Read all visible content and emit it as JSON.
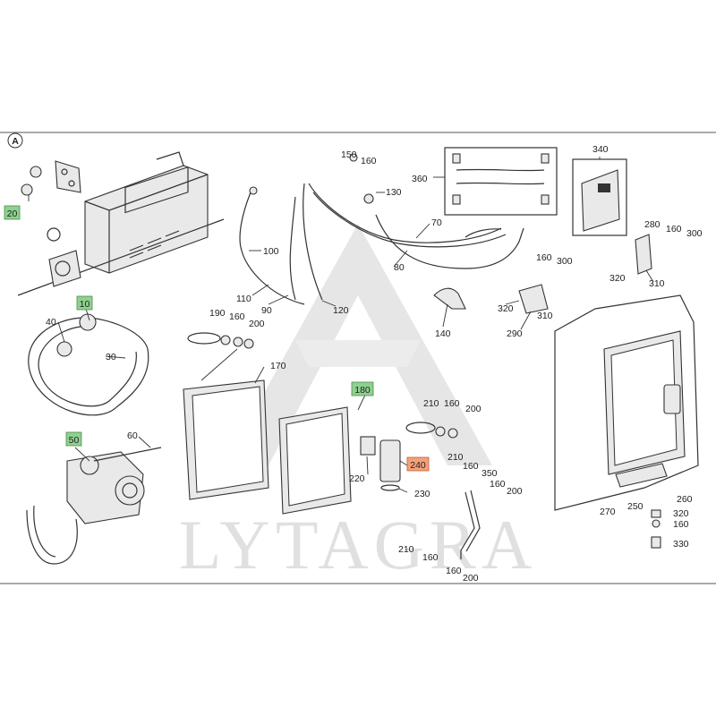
{
  "section_label": "A",
  "watermark": "LYTAGRA",
  "colors": {
    "highlight_green": "#8fd18f",
    "highlight_orange": "#f4a07a",
    "line": "#333333"
  },
  "callouts": {
    "c10": "10",
    "c20": "20",
    "c30": "30",
    "c40": "40",
    "c50": "50",
    "c60": "60",
    "c70": "70",
    "c80": "80",
    "c90": "90",
    "c100": "100",
    "c110": "110",
    "c120": "120",
    "c130": "130",
    "c140": "140",
    "c150": "150",
    "c160a": "160",
    "c160b": "160",
    "c160c": "160",
    "c160d": "160",
    "c160e": "160",
    "c160f": "160",
    "c160g": "160",
    "c160h": "160",
    "c160i": "160",
    "c160j": "160",
    "c170": "170",
    "c180": "180",
    "c190": "190",
    "c200a": "200",
    "c200b": "200",
    "c200c": "200",
    "c200d": "200",
    "c210a": "210",
    "c210b": "210",
    "c210c": "210",
    "c220": "220",
    "c230": "230",
    "c240": "240",
    "c250": "250",
    "c260": "260",
    "c270": "270",
    "c280": "280",
    "c290": "290",
    "c300a": "300",
    "c300b": "300",
    "c310a": "310",
    "c310b": "310",
    "c320a": "320",
    "c320b": "320",
    "c320c": "320",
    "c330": "330",
    "c340": "340",
    "c350": "350",
    "c360": "360"
  }
}
